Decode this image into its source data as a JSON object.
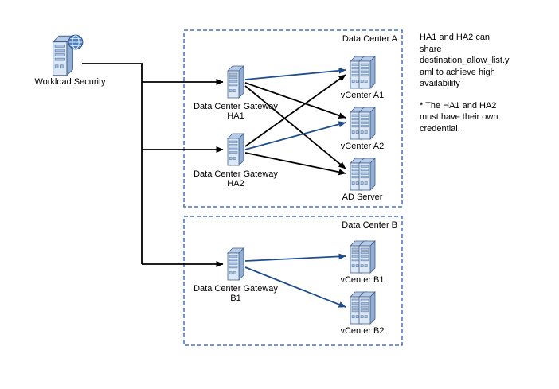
{
  "nodes": {
    "workload_security": {
      "label": "Workload Security"
    },
    "gateway_ha1": {
      "line1": "Data Center Gateway",
      "line2": "HA1"
    },
    "gateway_ha2": {
      "line1": "Data Center Gateway",
      "line2": "HA2"
    },
    "gateway_b1": {
      "line1": "Data Center Gateway",
      "line2": "B1"
    },
    "vcenter_a1": {
      "label": "vCenter A1"
    },
    "vcenter_a2": {
      "label": "vCenter A2"
    },
    "ad_server": {
      "label": "AD Server"
    },
    "vcenter_b1": {
      "label": "vCenter B1"
    },
    "vcenter_b2": {
      "label": "vCenter B2"
    }
  },
  "groups": {
    "datacenter_a": {
      "label": "Data Center A"
    },
    "datacenter_b": {
      "label": "Data Center B"
    }
  },
  "notes": {
    "note1": "HA1 and HA2 can share destination_allow_list.yaml to achieve high availability",
    "note2": "* The HA1 and HA2 must have their own credential."
  },
  "colors": {
    "primary_link": "#1f4e8c",
    "secondary_link": "#000000",
    "box_border": "#4472c4",
    "icon_front": "#dce8f5",
    "icon_accent": "#a7bfe0",
    "icon_stroke": "#44618c",
    "globe_fill": "#4f81bd"
  }
}
